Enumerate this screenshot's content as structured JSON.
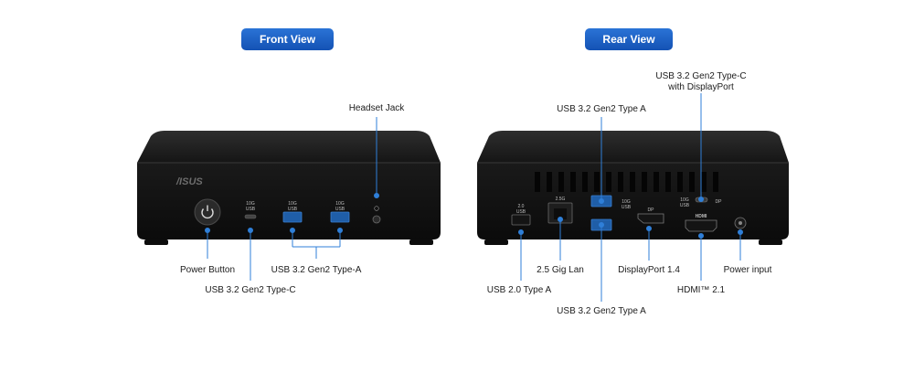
{
  "headers": {
    "front": "Front View",
    "rear": "Rear View"
  },
  "brand": "/ISUS",
  "front_labels": {
    "headset_jack": "Headset Jack",
    "power_button": "Power Button",
    "usb_type_c": "USB 3.2 Gen2 Type-C",
    "usb_type_a": "USB 3.2 Gen2 Type-A"
  },
  "rear_labels": {
    "usb_type_c_dp_line1": "USB 3.2 Gen2 Type-C",
    "usb_type_c_dp_line2": "with DisplayPort",
    "usb_type_a_top": "USB 3.2 Gen2 Type A",
    "usb_type_a_bottom": "USB 3.2 Gen2 Type A",
    "usb2_type_a": "USB 2.0 Type A",
    "gig_lan": "2.5 Gig Lan",
    "displayport": "DisplayPort 1.4",
    "hdmi": "HDMI™ 2.1",
    "power_input": "Power input"
  },
  "port_markings": {
    "usb_10g": "10G",
    "usb": "USB",
    "usb_2": "2.0",
    "lan": "2.5G",
    "dp": "DP",
    "hdmi": "HDMI"
  },
  "colors": {
    "accent": "#2f7fd8",
    "pill": "#1a5fc4",
    "device": "#151515"
  }
}
